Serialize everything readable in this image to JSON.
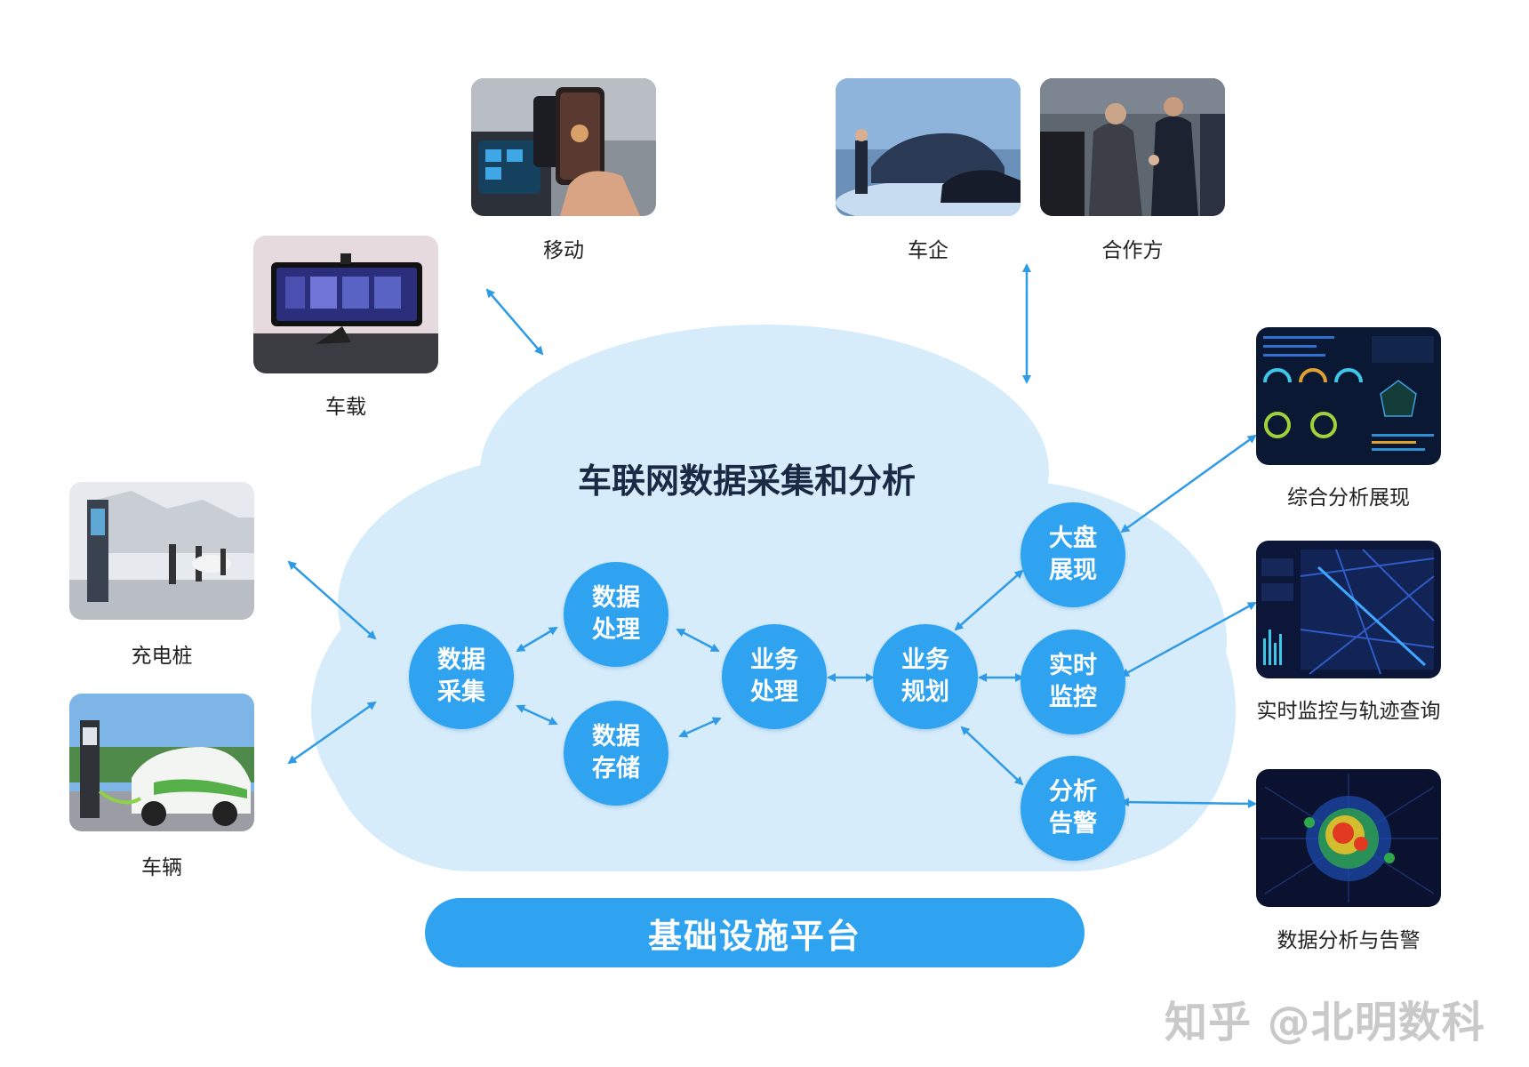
{
  "title": "车联网数据采集和分析",
  "platform_label": "基础设施平台",
  "nodes": {
    "collect": [
      "数据",
      "采集"
    ],
    "process": [
      "数据",
      "处理"
    ],
    "storage": [
      "数据",
      "存储"
    ],
    "business_process": [
      "业务",
      "处理"
    ],
    "business_plan": [
      "业务",
      "规划"
    ],
    "dashboard": [
      "大盘",
      "展现"
    ],
    "monitor": [
      "实时",
      "监控"
    ],
    "alarm": [
      "分析",
      "告警"
    ]
  },
  "sources": {
    "mobile": "移动",
    "car_oem": "车企",
    "partner": "合作方",
    "in_vehicle": "车载",
    "charging_pile": "充电桩",
    "vehicle": "车辆"
  },
  "outputs": {
    "overview": "综合分析展现",
    "tracking": "实时监控与轨迹查询",
    "alerts": "数据分析与告警"
  },
  "watermark": "知乎 @北明数科",
  "colors": {
    "cloud": "#d6ecfb",
    "node": "#2fa3ef",
    "arrow": "#2f9be6",
    "title": "#1a2a44"
  }
}
